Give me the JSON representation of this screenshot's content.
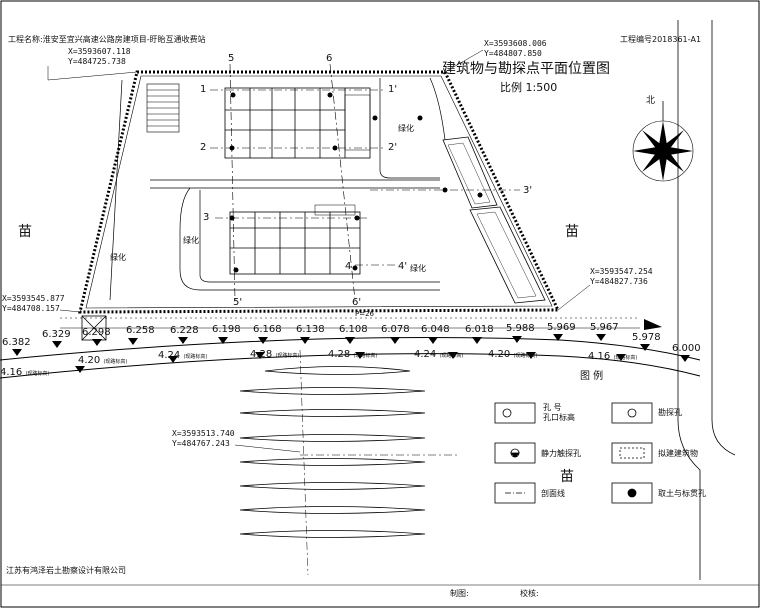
{
  "header": {
    "project_name": "工程名称:淮安至宜兴高速公路房建项目-盱眙互通收费站",
    "project_no": "工程编号2018361-A1",
    "drawing_title": "建筑物与勘探点平面位置图",
    "scale": "比例 1:500",
    "north": "北"
  },
  "coordinates": [
    {
      "x": "X=3593607.118",
      "y": "Y=484725.738"
    },
    {
      "x": "X=3593608.006",
      "y": "Y=484807.850"
    },
    {
      "x": "X=3593547.254",
      "y": "Y=484827.736"
    },
    {
      "x": "X=3593545.877",
      "y": "Y=484708.157"
    },
    {
      "x": "X=3593513.740",
      "y": "Y=484767.243"
    }
  ],
  "elevations": [
    "6.382",
    "6.329",
    "6.298",
    "6.258",
    "6.228",
    "6.198",
    "6.168",
    "6.138",
    "6.108",
    "6.078",
    "6.048",
    "6.018",
    "5.988",
    "5.969",
    "5.967",
    "5.978",
    "6.000"
  ],
  "road_elevations": [
    "4.16",
    "4.20",
    "4.24",
    "4.28",
    "4.28",
    "4.24",
    "4.20",
    "4.16"
  ],
  "road_note": "(现路标高)",
  "section_labels": [
    "1",
    "1'",
    "2",
    "2'",
    "3",
    "3'",
    "4",
    "4'",
    "5",
    "5'",
    "6",
    "6'"
  ],
  "site_labels": {
    "green_1": "绿化",
    "green_2": "绿化",
    "green_3": "绿化",
    "green_4": "绿化",
    "seedling_1": "苗",
    "seedling_2": "苗",
    "seedling_3": "苗",
    "road_width": "P=26"
  },
  "legend": {
    "title": "图 例",
    "items": [
      {
        "label_top": "孔 号",
        "label_bottom": "孔口标高"
      },
      {
        "label": "勘探孔"
      },
      {
        "label": "静力触探孔"
      },
      {
        "label": "拟建建筑物"
      },
      {
        "label": "剖面线"
      },
      {
        "label": "取土与标贯孔"
      }
    ]
  },
  "footer": {
    "company": "江苏有鸿泽岩土勘察设计有限公司",
    "drawing_label": "制图:",
    "check_label": "校核:"
  }
}
